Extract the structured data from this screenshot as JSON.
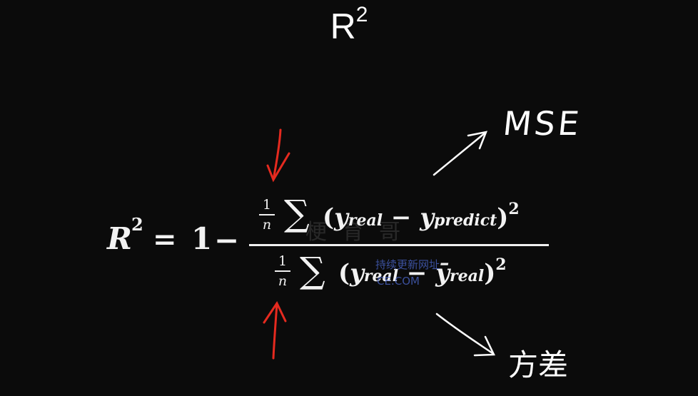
{
  "title": {
    "base": "R",
    "exp": "2"
  },
  "formula": {
    "lhs": "R",
    "lhs_exp": "2",
    "equals": "=",
    "one": "1",
    "minus": "−",
    "small_fraction": {
      "numerator": "1",
      "denominator": "n"
    },
    "sigma": "∑",
    "numerator": {
      "open": "(",
      "y1": "y",
      "sub1": "real",
      "op": " − ",
      "y2": "y",
      "sub2": "predict",
      "close": ")",
      "exp": "2"
    },
    "denominator": {
      "open": "(",
      "y1": "y",
      "sub1": "real",
      "op": " − ",
      "y2": "ȳ",
      "sub2": "real",
      "close": ")",
      "exp": "2"
    }
  },
  "annotations": {
    "mse": "MSE",
    "variance": "方差",
    "arrow_color": "#e52a1f",
    "ink_color": "#ffffff"
  },
  "watermark": {
    "top": "梗 育 哥",
    "mid": "持续更新网址",
    "bot": "CE.COM"
  }
}
